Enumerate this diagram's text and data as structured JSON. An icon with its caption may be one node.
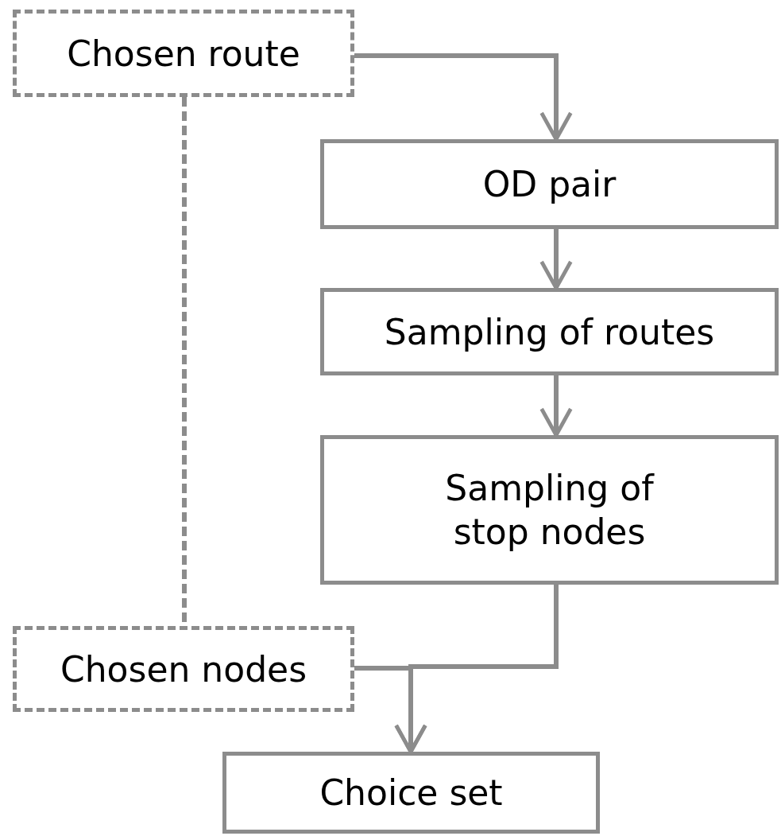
{
  "diagram": {
    "nodes": [
      {
        "text": [
          "Chosen route"
        ]
      },
      {
        "text": [
          "OD pair"
        ]
      },
      {
        "text": [
          "Sampling of routes"
        ]
      },
      {
        "text": [
          "Sampling of stop nodes"
        ]
      },
      {
        "text": [
          "Chosen nodes"
        ]
      },
      {
        "text": [
          "Choice set"
        ]
      }
    ],
    "edges": [
      {
        "from": 0,
        "to": 1,
        "arrow": "to"
      },
      {
        "from": 1,
        "to": 2,
        "arrow": "to"
      },
      {
        "from": 2,
        "to": 3,
        "arrow": "to"
      },
      {
        "from": 0,
        "to": 4,
        "arrow": "none",
        "style": "dashed"
      },
      {
        "from": 3,
        "to": 5,
        "arrow": "to"
      },
      {
        "from": 4,
        "to": 5,
        "arrow": "to"
      }
    ]
  }
}
